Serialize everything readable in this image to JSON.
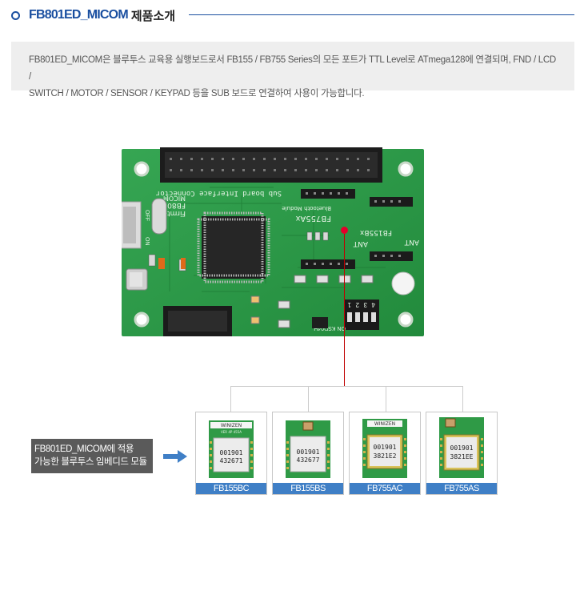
{
  "header": {
    "model": "FB801ED_MICOM",
    "subtitle": "제품소개"
  },
  "description": {
    "line1": "FB801ED_MICOM은 블루투스 교육용 실행보드로서 FB155 / FB755 Series의 모든 포트가 TTL Level로 ATmega128에 연결되며, FND / LCD /",
    "line2": "SWITCH / MOTOR / SENSOR / KEYPAD 등을  SUB 보드로 연결하여 사용이 가능합니다."
  },
  "board": {
    "silk_interface": "Sub board Interface Connector",
    "silk_brand": "Firmtech",
    "silk_model": "FB801ED",
    "silk_micom": "MICOM",
    "silk_module_a": "FB755Ax",
    "silk_module_b": "FB155Bx",
    "silk_bt_module": "Bluetooth Module",
    "silk_ant": "ANT",
    "dip_numbers": [
      "1",
      "2",
      "3",
      "4"
    ],
    "dip_label": "ON KSD04H",
    "switch_on": "ON",
    "switch_off": "OFF"
  },
  "callout": {
    "line1": "FB801ED_MICOM에 적용",
    "line2": "가능한 블루투스 임베디드 모듈"
  },
  "modules": [
    {
      "label": "FB155BC",
      "chip_top": "001901",
      "chip_bottom": "432671",
      "brand": "WINIZEN",
      "shield_code": "VER 4P 455A"
    },
    {
      "label": "FB155BS",
      "chip_top": "001901",
      "chip_bottom": "432677",
      "brand": "",
      "shield_code": ""
    },
    {
      "label": "FB755AC",
      "chip_top": "001901",
      "chip_bottom": "3821E2",
      "brand": "WINIZEN",
      "shield_code": ""
    },
    {
      "label": "FB755AS",
      "chip_top": "001901",
      "chip_bottom": "3821EE",
      "brand": "",
      "shield_code": ""
    }
  ],
  "colors": {
    "accent": "#1a4fa0",
    "label_bar": "#3f7fc6",
    "pcb_green": "#2e9a48",
    "marker_red": "#e4002b",
    "callout_bg": "#5a5a5a",
    "arrow": "#3f7fc6"
  }
}
